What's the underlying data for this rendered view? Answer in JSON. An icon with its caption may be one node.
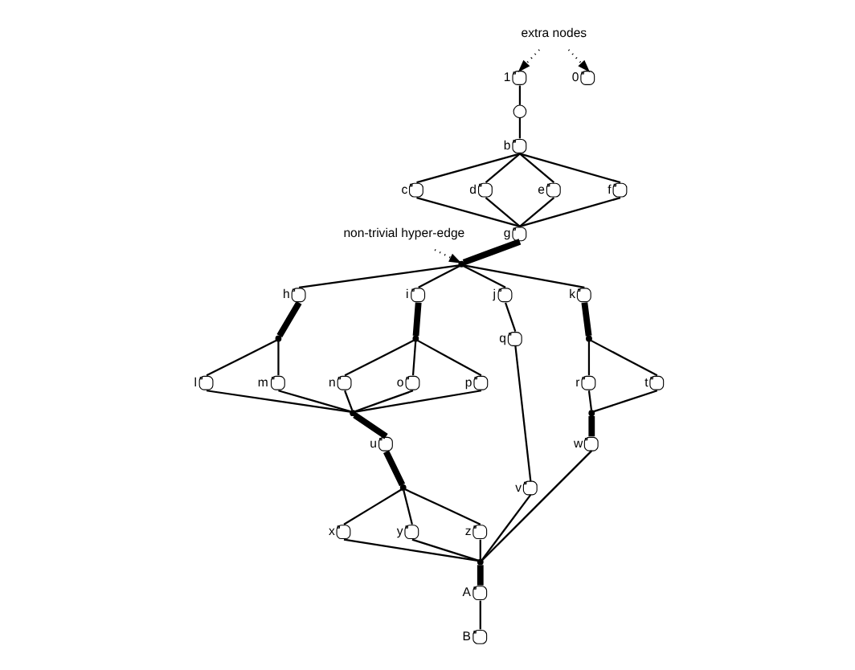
{
  "diagram": {
    "nodes": [
      {
        "text": [],
        "shape": "circle"
      },
      {
        "text": [],
        "shape": "circle",
        "beside": [
          "1"
        ]
      },
      {
        "text": [],
        "shape": "circle",
        "beside": [
          "0"
        ]
      },
      {
        "text": [
          "extra nodes"
        ]
      },
      {
        "text": [],
        "shape": "circle",
        "beside": [
          "b"
        ]
      },
      {
        "text": [],
        "shape": "circle",
        "beside": [
          "c"
        ]
      },
      {
        "text": [],
        "shape": "circle",
        "beside": [
          "d"
        ]
      },
      {
        "text": [],
        "shape": "circle",
        "beside": [
          "e"
        ]
      },
      {
        "text": [],
        "shape": "circle",
        "beside": [
          "f"
        ]
      },
      {
        "text": [
          "non-trivial hyper-edge"
        ]
      },
      {
        "text": [],
        "shape": "circle",
        "beside": [
          "g"
        ]
      },
      {
        "text": [],
        "shape": "dot"
      },
      {
        "text": [],
        "shape": "circle",
        "beside": [
          "h"
        ]
      },
      {
        "text": [],
        "shape": "circle",
        "beside": [
          "i"
        ]
      },
      {
        "text": [],
        "shape": "circle",
        "beside": [
          "j"
        ]
      },
      {
        "text": [],
        "shape": "circle",
        "beside": [
          "k"
        ]
      },
      {
        "text": [],
        "shape": "dot"
      },
      {
        "text": [],
        "shape": "dot"
      },
      {
        "text": [],
        "shape": "dot"
      },
      {
        "text": [],
        "shape": "circle",
        "beside": [
          "l"
        ]
      },
      {
        "text": [],
        "shape": "circle",
        "beside": [
          "m"
        ]
      },
      {
        "text": [],
        "shape": "circle",
        "beside": [
          "n"
        ]
      },
      {
        "text": [],
        "shape": "circle",
        "beside": [
          "o"
        ]
      },
      {
        "text": [],
        "shape": "circle",
        "beside": [
          "p"
        ]
      },
      {
        "text": [],
        "shape": "circle",
        "beside": [
          "q"
        ]
      },
      {
        "text": [],
        "shape": "circle",
        "beside": [
          "r"
        ]
      },
      {
        "text": [],
        "shape": "circle",
        "beside": [
          "t"
        ]
      },
      {
        "text": [],
        "shape": "dot"
      },
      {
        "text": [],
        "shape": "dot"
      },
      {
        "text": [],
        "shape": "circle",
        "beside": [
          "u"
        ]
      },
      {
        "text": [],
        "shape": "circle",
        "beside": [
          "v"
        ]
      },
      {
        "text": [],
        "shape": "circle",
        "beside": [
          "w"
        ]
      },
      {
        "text": [],
        "shape": "dot"
      },
      {
        "text": [],
        "shape": "circle",
        "beside": [
          "x"
        ]
      },
      {
        "text": [],
        "shape": "circle",
        "beside": [
          "y"
        ]
      },
      {
        "text": [],
        "shape": "circle",
        "beside": [
          "z"
        ]
      },
      {
        "text": [],
        "shape": "dot"
      },
      {
        "text": [],
        "shape": "circle",
        "beside": [
          "A"
        ]
      },
      {
        "text": [],
        "shape": "circle",
        "beside": [
          "B"
        ]
      }
    ],
    "edges": [
      {
        "from": 1,
        "to": 0,
        "arrow": "none"
      },
      {
        "from": 3,
        "to": 1,
        "arrow": "to",
        "style": "dashed"
      },
      {
        "from": 3,
        "to": 2,
        "arrow": "to",
        "style": "dashed"
      },
      {
        "from": 0,
        "to": 4,
        "arrow": "none"
      },
      {
        "from": 4,
        "to": 5,
        "arrow": "none"
      },
      {
        "from": 4,
        "to": 6,
        "arrow": "none"
      },
      {
        "from": 4,
        "to": 7,
        "arrow": "none"
      },
      {
        "from": 4,
        "to": 8,
        "arrow": "none"
      },
      {
        "from": 5,
        "to": 10,
        "arrow": "none"
      },
      {
        "from": 6,
        "to": 10,
        "arrow": "none"
      },
      {
        "from": 7,
        "to": 10,
        "arrow": "none"
      },
      {
        "from": 8,
        "to": 10,
        "arrow": "none"
      },
      {
        "from": 9,
        "to": 11,
        "arrow": "to",
        "style": "dashed"
      },
      {
        "from": 10,
        "to": 11,
        "arrow": "none",
        "style": "thick"
      },
      {
        "from": 11,
        "to": 12,
        "arrow": "none"
      },
      {
        "from": 11,
        "to": 13,
        "arrow": "none"
      },
      {
        "from": 11,
        "to": 14,
        "arrow": "none"
      },
      {
        "from": 11,
        "to": 15,
        "arrow": "none"
      },
      {
        "from": 12,
        "to": 16,
        "arrow": "none",
        "style": "thick"
      },
      {
        "from": 13,
        "to": 17,
        "arrow": "none",
        "style": "thick"
      },
      {
        "from": 15,
        "to": 18,
        "arrow": "none",
        "style": "thick"
      },
      {
        "from": 16,
        "to": 19,
        "arrow": "none"
      },
      {
        "from": 16,
        "to": 20,
        "arrow": "none"
      },
      {
        "from": 17,
        "to": 21,
        "arrow": "none"
      },
      {
        "from": 17,
        "to": 22,
        "arrow": "none"
      },
      {
        "from": 17,
        "to": 23,
        "arrow": "none"
      },
      {
        "from": 14,
        "to": 24,
        "arrow": "none"
      },
      {
        "from": 18,
        "to": 25,
        "arrow": "none"
      },
      {
        "from": 18,
        "to": 26,
        "arrow": "none"
      },
      {
        "from": 19,
        "to": 27,
        "arrow": "none"
      },
      {
        "from": 20,
        "to": 27,
        "arrow": "none"
      },
      {
        "from": 21,
        "to": 27,
        "arrow": "none"
      },
      {
        "from": 22,
        "to": 27,
        "arrow": "none"
      },
      {
        "from": 23,
        "to": 27,
        "arrow": "none"
      },
      {
        "from": 25,
        "to": 28,
        "arrow": "none"
      },
      {
        "from": 26,
        "to": 28,
        "arrow": "none"
      },
      {
        "from": 27,
        "to": 29,
        "arrow": "none",
        "style": "thick"
      },
      {
        "from": 24,
        "to": 30,
        "arrow": "none"
      },
      {
        "from": 28,
        "to": 31,
        "arrow": "none",
        "style": "thick"
      },
      {
        "from": 29,
        "to": 32,
        "arrow": "none",
        "style": "thick"
      },
      {
        "from": 32,
        "to": 33,
        "arrow": "none"
      },
      {
        "from": 32,
        "to": 34,
        "arrow": "none"
      },
      {
        "from": 32,
        "to": 35,
        "arrow": "none"
      },
      {
        "from": 33,
        "to": 36,
        "arrow": "none"
      },
      {
        "from": 34,
        "to": 36,
        "arrow": "none"
      },
      {
        "from": 35,
        "to": 36,
        "arrow": "none"
      },
      {
        "from": 30,
        "to": 36,
        "arrow": "none"
      },
      {
        "from": 31,
        "to": 36,
        "arrow": "none"
      },
      {
        "from": 36,
        "to": 37,
        "arrow": "none",
        "style": "thick"
      },
      {
        "from": 37,
        "to": 38,
        "arrow": "none"
      }
    ]
  }
}
